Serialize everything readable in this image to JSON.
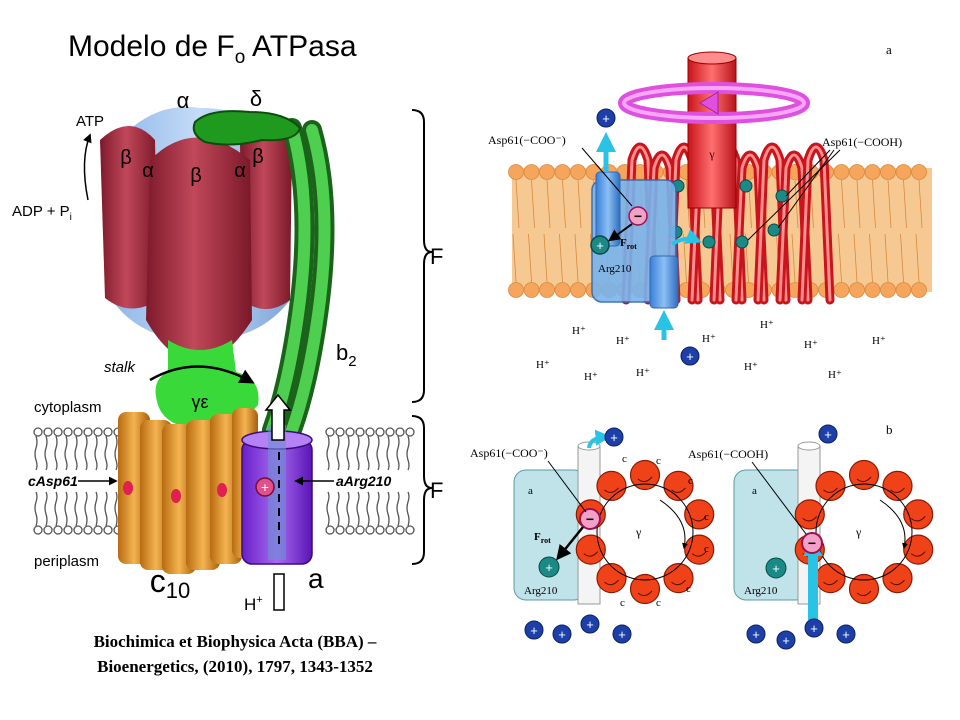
{
  "title": {
    "main": "Modelo de F",
    "sub": "o",
    "end": " ATPasa"
  },
  "citation": {
    "line1": "Biochimica et Biophysica Acta (BBA) –",
    "line2": "Bioenergetics, (2010), 1797, 1343-1352"
  },
  "left": {
    "alpha": "α",
    "delta": "δ",
    "beta": "β",
    "atp": "ATP",
    "adp": "ADP + P",
    "adp_sub": "i",
    "stalk": "stalk",
    "b2": "b",
    "b2_sub": "2",
    "gamma_eps": "γε",
    "cytoplasm": "cytoplasm",
    "periplasm": "periplasm",
    "c_asp": "cAsp61",
    "a_arg": "aArg210",
    "c10": "c",
    "c10_sub": "10",
    "a_label": "a",
    "proton": "H",
    "proton_sup": "+",
    "f1": "F",
    "fo": "F"
  },
  "panel_a": {
    "letter": "a",
    "asp_coo_minus": "Asp61(−COO⁻)",
    "asp_cooh": "Asp61(−COOH)",
    "gamma": "γ",
    "frot": "F",
    "frot_sub": "rot",
    "arg210": "Arg210",
    "hplus": "H⁺"
  },
  "panel_b": {
    "letter": "b",
    "asp_coo_minus": "Asp61(−COO⁻)",
    "asp_cooh": "Asp61(−COOH)",
    "a": "a",
    "c": "c",
    "gamma": "γ",
    "frot": "F",
    "frot_sub": "rot",
    "arg210": "Arg210"
  }
}
